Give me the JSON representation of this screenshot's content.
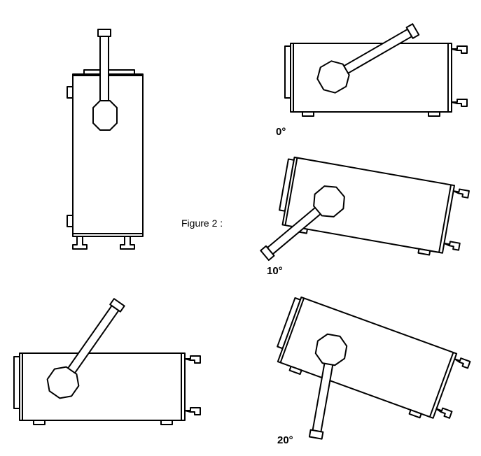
{
  "figure": {
    "caption": "Figure 2 :",
    "angles": [
      {
        "label": "0°"
      },
      {
        "label": "10°"
      },
      {
        "label": "20°"
      }
    ]
  },
  "colors": {
    "line": "#000000",
    "background": "#ffffff"
  }
}
